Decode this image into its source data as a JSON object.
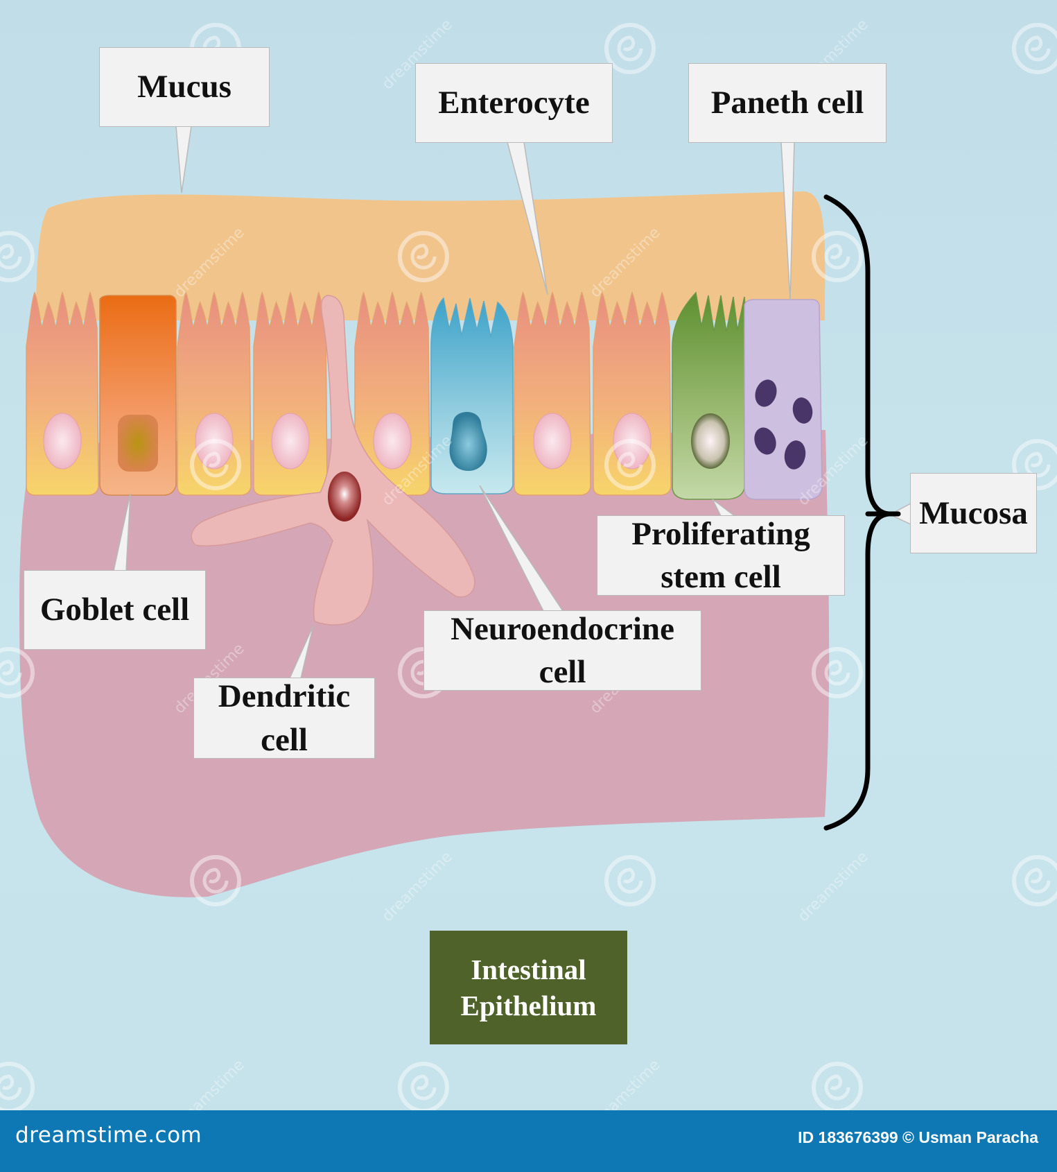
{
  "labels": {
    "mucus": "Mucus",
    "enterocyte": "Enterocyte",
    "paneth": "Paneth cell",
    "mucosa": "Mucosa",
    "proliferating": [
      "Proliferating",
      "stem cell"
    ],
    "goblet": "Goblet cell",
    "neuroendocrine": [
      "Neuroendocrine",
      "cell"
    ],
    "dendritic": [
      "Dendritic",
      "cell"
    ]
  },
  "title": [
    "Intestinal",
    "Epithelium"
  ],
  "footer": {
    "site": "dreamstime.com",
    "credit": "ID 183676399 © Usman Paracha"
  },
  "watermark": {
    "text": "dreamstime"
  },
  "colors": {
    "background": "#c5e2ea",
    "mucus_layer": "#f1c48c",
    "mucosa_tissue": "#d4a6b6",
    "goblet_cell": "#ef7e2a",
    "neuroendocrine_cell": "#6fb8d2",
    "stem_cell": "#8cab5a",
    "paneth_cell": "#cdbfdf",
    "paneth_granules": "#4a3568",
    "dendritic_cell": "#ebb7b7",
    "title_box": "#4f6229",
    "footer_bar": "#0e78b4"
  }
}
